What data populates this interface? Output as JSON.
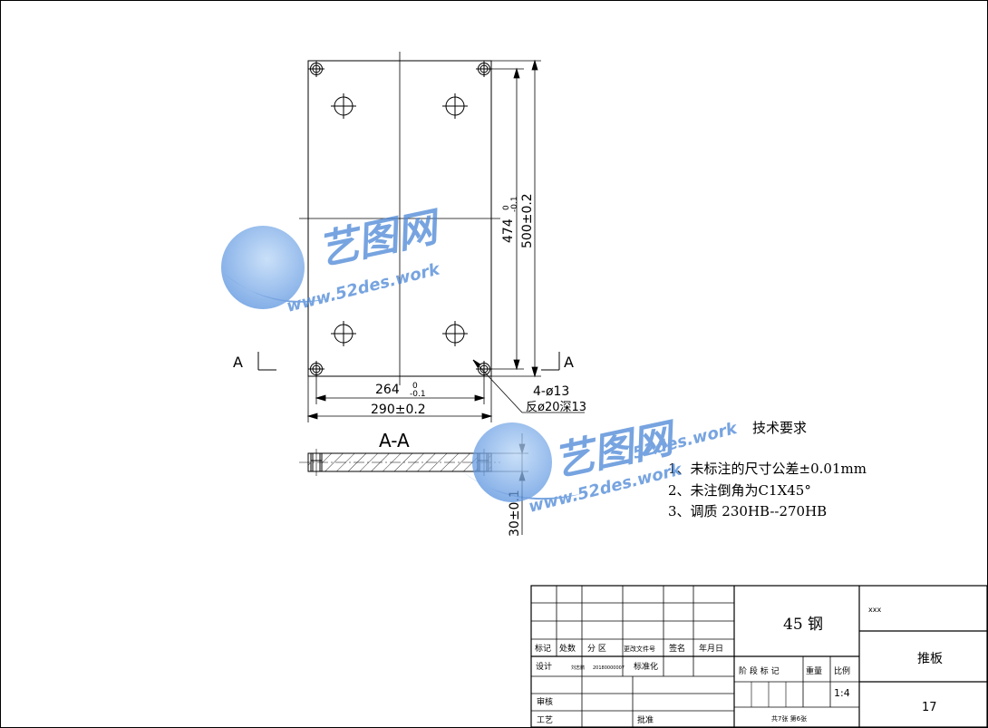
{
  "drawing": {
    "dimensions": {
      "height_inner": "474",
      "height_inner_tol_upper": "0",
      "height_inner_tol_lower": "-0.1",
      "height_outer": "500±0.2",
      "width_inner": "264",
      "width_inner_tol_upper": "0",
      "width_inner_tol_lower": "-0.1",
      "width_outer": "290±0.2",
      "hole_note_1": "4-ø13",
      "hole_note_2": "反ø20深13",
      "thickness": "30±0.1"
    },
    "section": {
      "marker_letter": "A",
      "title": "A-A"
    },
    "tech_requirements": {
      "title": "技术要求",
      "items": [
        "1、未标注的尺寸公差±0.01mm",
        "2、未注倒角为C1X45°",
        "3、调质   230HB--270HB"
      ]
    }
  },
  "title_block": {
    "material": "45 钢",
    "company": "xxx",
    "part_name": "推板",
    "drawing_no": "17",
    "scale": "1:4",
    "sheets": "共7张 第6张",
    "labels": {
      "mark": "标记",
      "count": "处数",
      "zone": "分 区",
      "change_doc": "更改文件号",
      "sign": "签名",
      "date": "年月日",
      "design": "设计",
      "standardize": "标准化",
      "stage_mark": "阶 段 标 记",
      "weight": "重量",
      "ratio": "比例",
      "review": "审核",
      "process": "工艺",
      "approve": "批准"
    },
    "designer": "刘志鹏",
    "design_date": "20180000007"
  },
  "watermark": {
    "brand": "艺图网",
    "url_top": "52des.work",
    "url_bottom": "www.52des.work"
  },
  "colors": {
    "line": "#000000",
    "watermark": "#4a86d6"
  }
}
